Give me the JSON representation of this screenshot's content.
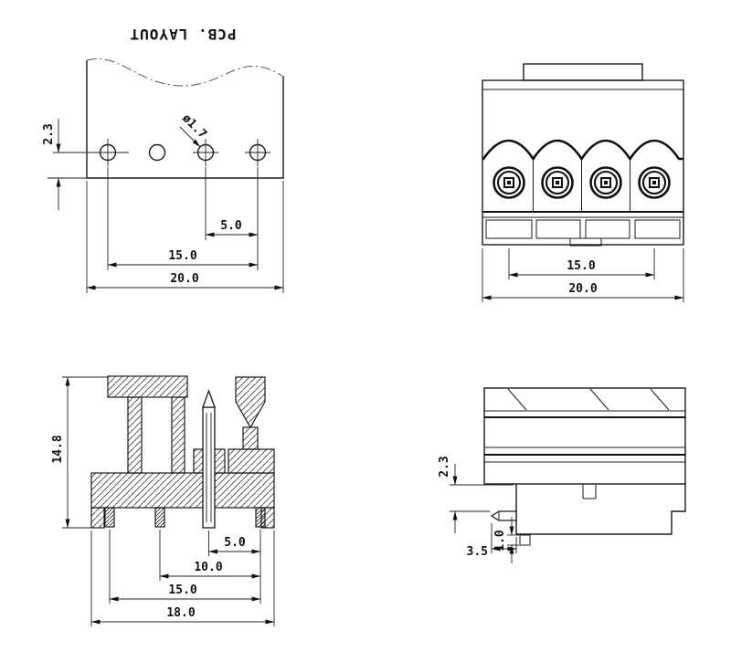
{
  "drawing": {
    "title": "PCB. LAYOUT",
    "pcb_layout": {
      "dim_hole_edge": "2.3",
      "dim_hole_dia": "ø1.7",
      "dim_pitch": "5.0",
      "dim_span": "15.0",
      "dim_width": "20.0"
    },
    "front_view": {
      "dim_span": "15.0",
      "dim_width": "20.0"
    },
    "section_view": {
      "dim_height": "14.8",
      "dim_p1": "5.0",
      "dim_p2": "10.0",
      "dim_p3": "15.0",
      "dim_width": "18.0"
    },
    "side_view": {
      "dim_offset": "2.3",
      "dim_pin_len": "3.5",
      "dim_pin_w": "1.0"
    }
  }
}
